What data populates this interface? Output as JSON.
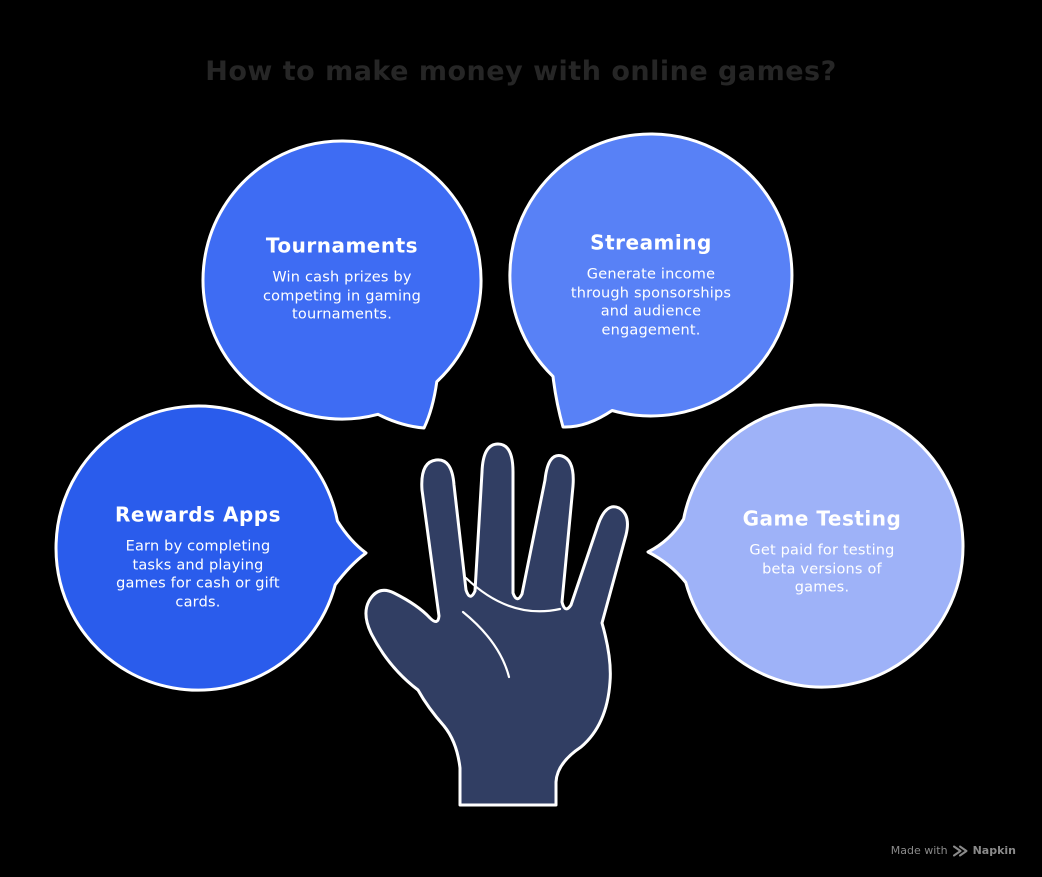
{
  "page": {
    "title": "How to make money with online games?",
    "background_color": "#000000",
    "title_color": "#262626"
  },
  "bubbles": [
    {
      "id": "tournaments",
      "title": "Tournaments",
      "body": "Win cash prizes by\ncompeting in gaming\ntournaments.",
      "color": "#3E6CF3",
      "outline_color": "#FFFFFF",
      "text_color": "#FFFFFF"
    },
    {
      "id": "streaming",
      "title": "Streaming",
      "body": "Generate income\nthrough sponsorships\nand audience\nengagement.",
      "color": "#5881F6",
      "outline_color": "#FFFFFF",
      "text_color": "#FFFFFF"
    },
    {
      "id": "rewards-apps",
      "title": "Rewards Apps",
      "body": "Earn by completing\ntasks and playing\ngames for cash or gift\ncards.",
      "color": "#2A5CEC",
      "outline_color": "#FFFFFF",
      "text_color": "#FFFFFF"
    },
    {
      "id": "game-testing",
      "title": "Game Testing",
      "body": "Get paid for testing\nbeta versions of\ngames.",
      "color": "#9EB2F8",
      "outline_color": "#FFFFFF",
      "text_color": "#FFFFFF"
    }
  ],
  "hand": {
    "description": "open-palm-hand-illustration",
    "fill_color": "#313E63",
    "outline_color": "#FFFFFF"
  },
  "watermark": {
    "prefix": "Made with",
    "brand": "Napkin",
    "color": "#8A8A8A",
    "icon": "napkin-arrow-icon"
  }
}
